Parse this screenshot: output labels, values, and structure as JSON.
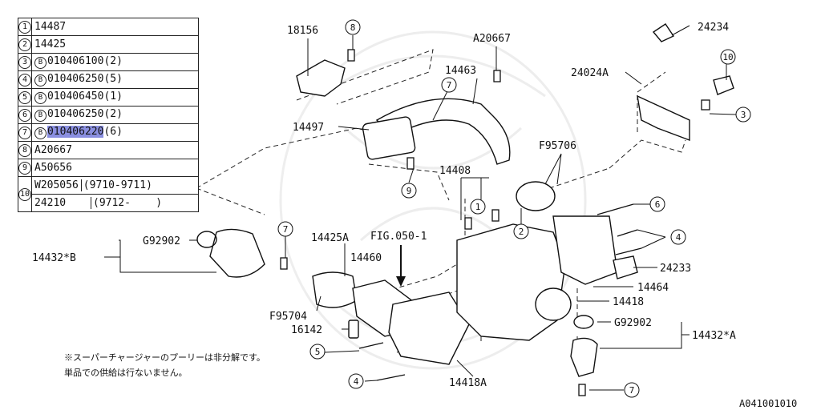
{
  "legend": {
    "rows": [
      {
        "num": "1",
        "bolt": false,
        "part": "14487",
        "qty": ""
      },
      {
        "num": "2",
        "bolt": false,
        "part": "14425",
        "qty": ""
      },
      {
        "num": "3",
        "bolt": true,
        "part": "010406100",
        "qty": "(2)"
      },
      {
        "num": "4",
        "bolt": true,
        "part": "010406250",
        "qty": "(5)"
      },
      {
        "num": "5",
        "bolt": true,
        "part": "010406450",
        "qty": "(1)"
      },
      {
        "num": "6",
        "bolt": true,
        "part": "010406250",
        "qty": "(2)"
      },
      {
        "num": "7",
        "bolt": true,
        "part": "010406220",
        "qty": "(6)",
        "highlighted": true
      },
      {
        "num": "8",
        "bolt": false,
        "part": "A20667",
        "qty": ""
      },
      {
        "num": "9",
        "bolt": false,
        "part": "A50656",
        "qty": ""
      }
    ],
    "row10": {
      "num": "10",
      "a_part": "W205056",
      "a_range": "(9710-9711)",
      "b_part": "24210",
      "b_range": "(9712-    )"
    },
    "bolt_symbol": "B"
  },
  "callouts": {
    "p18156": "18156",
    "c8": "8",
    "a20667": "A20667",
    "p24234": "24234",
    "p14463": "14463",
    "c7a": "7",
    "p24024a": "24024A",
    "c10": "10",
    "p14497": "14497",
    "c3": "3",
    "f95706": "F95706",
    "p14408": "14408",
    "c1": "1",
    "c9": "9",
    "c6": "6",
    "c2": "2",
    "c4": "4",
    "g92902b": "G92902",
    "c7b": "7",
    "p14432b": "14432*B",
    "p14425a": "14425A",
    "fig": "FIG.050-1",
    "p14460": "14460",
    "p24233": "24233",
    "p14464": "14464",
    "p14418": "14418",
    "f95704": "F95704",
    "p16142": "16142",
    "g92902a": "G92902",
    "p14432a": "14432*A",
    "c5": "5",
    "c4b": "4",
    "p14418a": "14418A",
    "c7c": "7"
  },
  "notes": {
    "line1": "※スーパーチャージャーのプーリーは非分解です。",
    "line2": "単品での供給は行ないません。"
  },
  "figure_id": "A041001010"
}
